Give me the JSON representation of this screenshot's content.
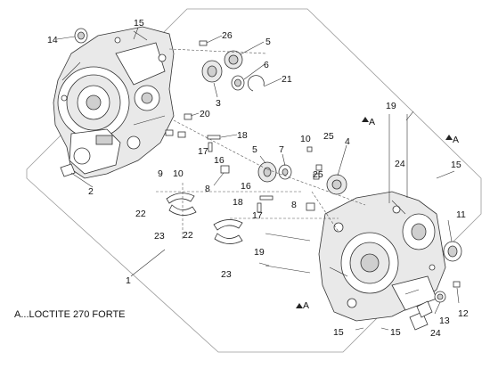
{
  "note": "A...LOCTITE 270 FORTE",
  "callouts": [
    "15",
    "14",
    "26",
    "5",
    "6",
    "21",
    "3",
    "20",
    "18",
    "9",
    "10",
    "17",
    "16",
    "8",
    "2",
    "5",
    "7",
    "10",
    "25",
    "4",
    "19",
    "A",
    "A",
    "24",
    "15",
    "16",
    "18",
    "17",
    "8",
    "22",
    "22",
    "23",
    "23",
    "19",
    "11",
    "1",
    "13",
    "12",
    "A",
    "15",
    "15",
    "24",
    "25"
  ],
  "colors": {
    "line": "#333333",
    "frame": "#9a9a9a",
    "part_fill": "#e9e9e9"
  }
}
